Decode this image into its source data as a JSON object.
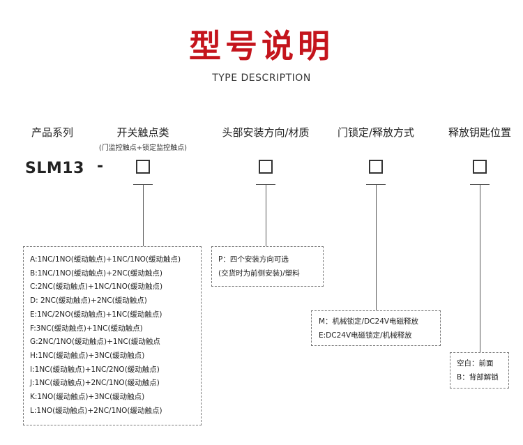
{
  "title": "型号说明",
  "subtitle": "TYPE DESCRIPTION",
  "headers": {
    "series": "产品系列",
    "contact": "开关触点类",
    "contact_note": "(门监控触点+锁定监控触点)",
    "head": "头部安装方向/材质",
    "lock": "门锁定/释放方式",
    "key": "释放钥匙位置"
  },
  "model": "SLM13",
  "dash": "-",
  "contact_options": [
    "A:1NC/1NO(缓动触点)+1NC/1NO(缓动触点)",
    "B:1NC/1NO(缓动触点)+2NC(缓动触点)",
    "C:2NC(缓动触点)+1NC/1NO(缓动触点)",
    "D: 2NC(缓动触点)+2NC(缓动触点)",
    "E:1NC/2NO(缓动触点)+1NC(缓动触点)",
    "F:3NC(缓动触点)+1NC(缓动触点)",
    "G:2NC/1NO(缓动触点)+1NC(缓动触点",
    "H:1NC(缓动触点)+3NC(缓动触点)",
    "I:1NC(缓动触点)+1NC/2NO(缓动触点)",
    "J:1NC(缓动触点)+2NC/1NO(缓动触点)",
    "K:1NO(缓动触点)+3NC(缓动触点)",
    "L:1NO(缓动触点)+2NC/1NO(缓动触点)"
  ],
  "head_options": [
    "P：四个安装方向可选",
    "(交货时为前侧安装)/塑料"
  ],
  "lock_options": [
    "M：机械锁定/DC24V电磁释放",
    "E:DC24V电磁锁定/机械释放"
  ],
  "key_options": [
    "空白：前面",
    "B：背部解锁"
  ]
}
